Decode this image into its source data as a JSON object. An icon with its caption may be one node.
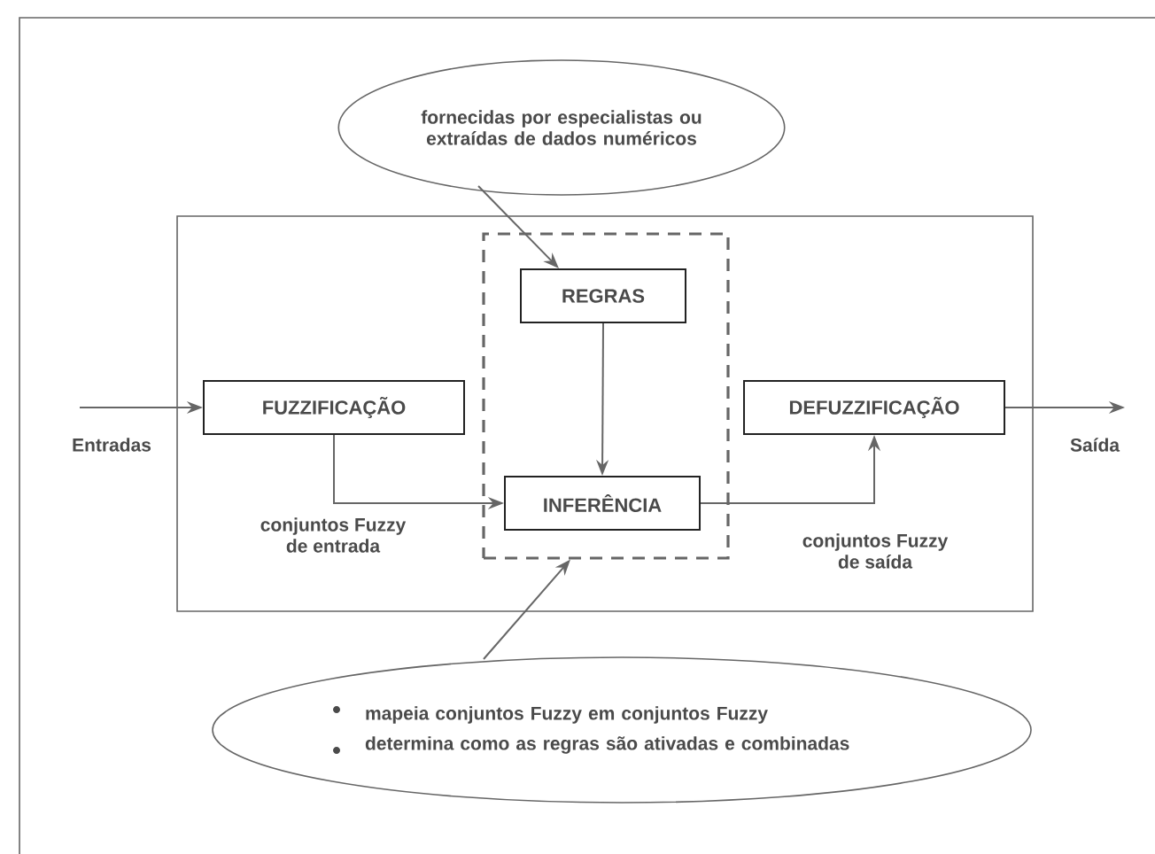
{
  "diagram": {
    "nodes": [
      {
        "text": [
          "fornecidas por especialistas ou extraídas de dados numéricos"
        ]
      },
      {
        "text": [],
        "shape": "box"
      },
      {
        "text": [],
        "shape": "box",
        "in": 1
      },
      {
        "text": [
          "REGRAS"
        ],
        "in": 2
      },
      {
        "text": [
          "FUZZIFICAÇÃO"
        ],
        "in": 1
      },
      {
        "text": [
          "INFERÊNCIA"
        ],
        "in": 2
      },
      {
        "text": [
          "DEFUZZIFICAÇÃO"
        ],
        "in": 1
      },
      {
        "text": [
          "mapeia conjuntos Fuzzy em conjuntos Fuzzy",
          "determina como as regras são ativadas e combinadas"
        ]
      }
    ],
    "edges": [
      {
        "from": 0,
        "to": 3,
        "arrow": "to"
      },
      {
        "from": null,
        "to": 4,
        "arrow": "to",
        "label": "Entradas"
      },
      {
        "from": 3,
        "to": 5,
        "arrow": "to"
      },
      {
        "from": 4,
        "to": 5,
        "arrow": "to",
        "label": "conjuntos Fuzzy de entrada"
      },
      {
        "from": 5,
        "to": 6,
        "arrow": "to",
        "label": "conjuntos Fuzzy de saída"
      },
      {
        "from": 6,
        "to": null,
        "arrow": "to",
        "label": "Saída"
      },
      {
        "from": 7,
        "to": 2,
        "arrow": "to"
      }
    ]
  }
}
